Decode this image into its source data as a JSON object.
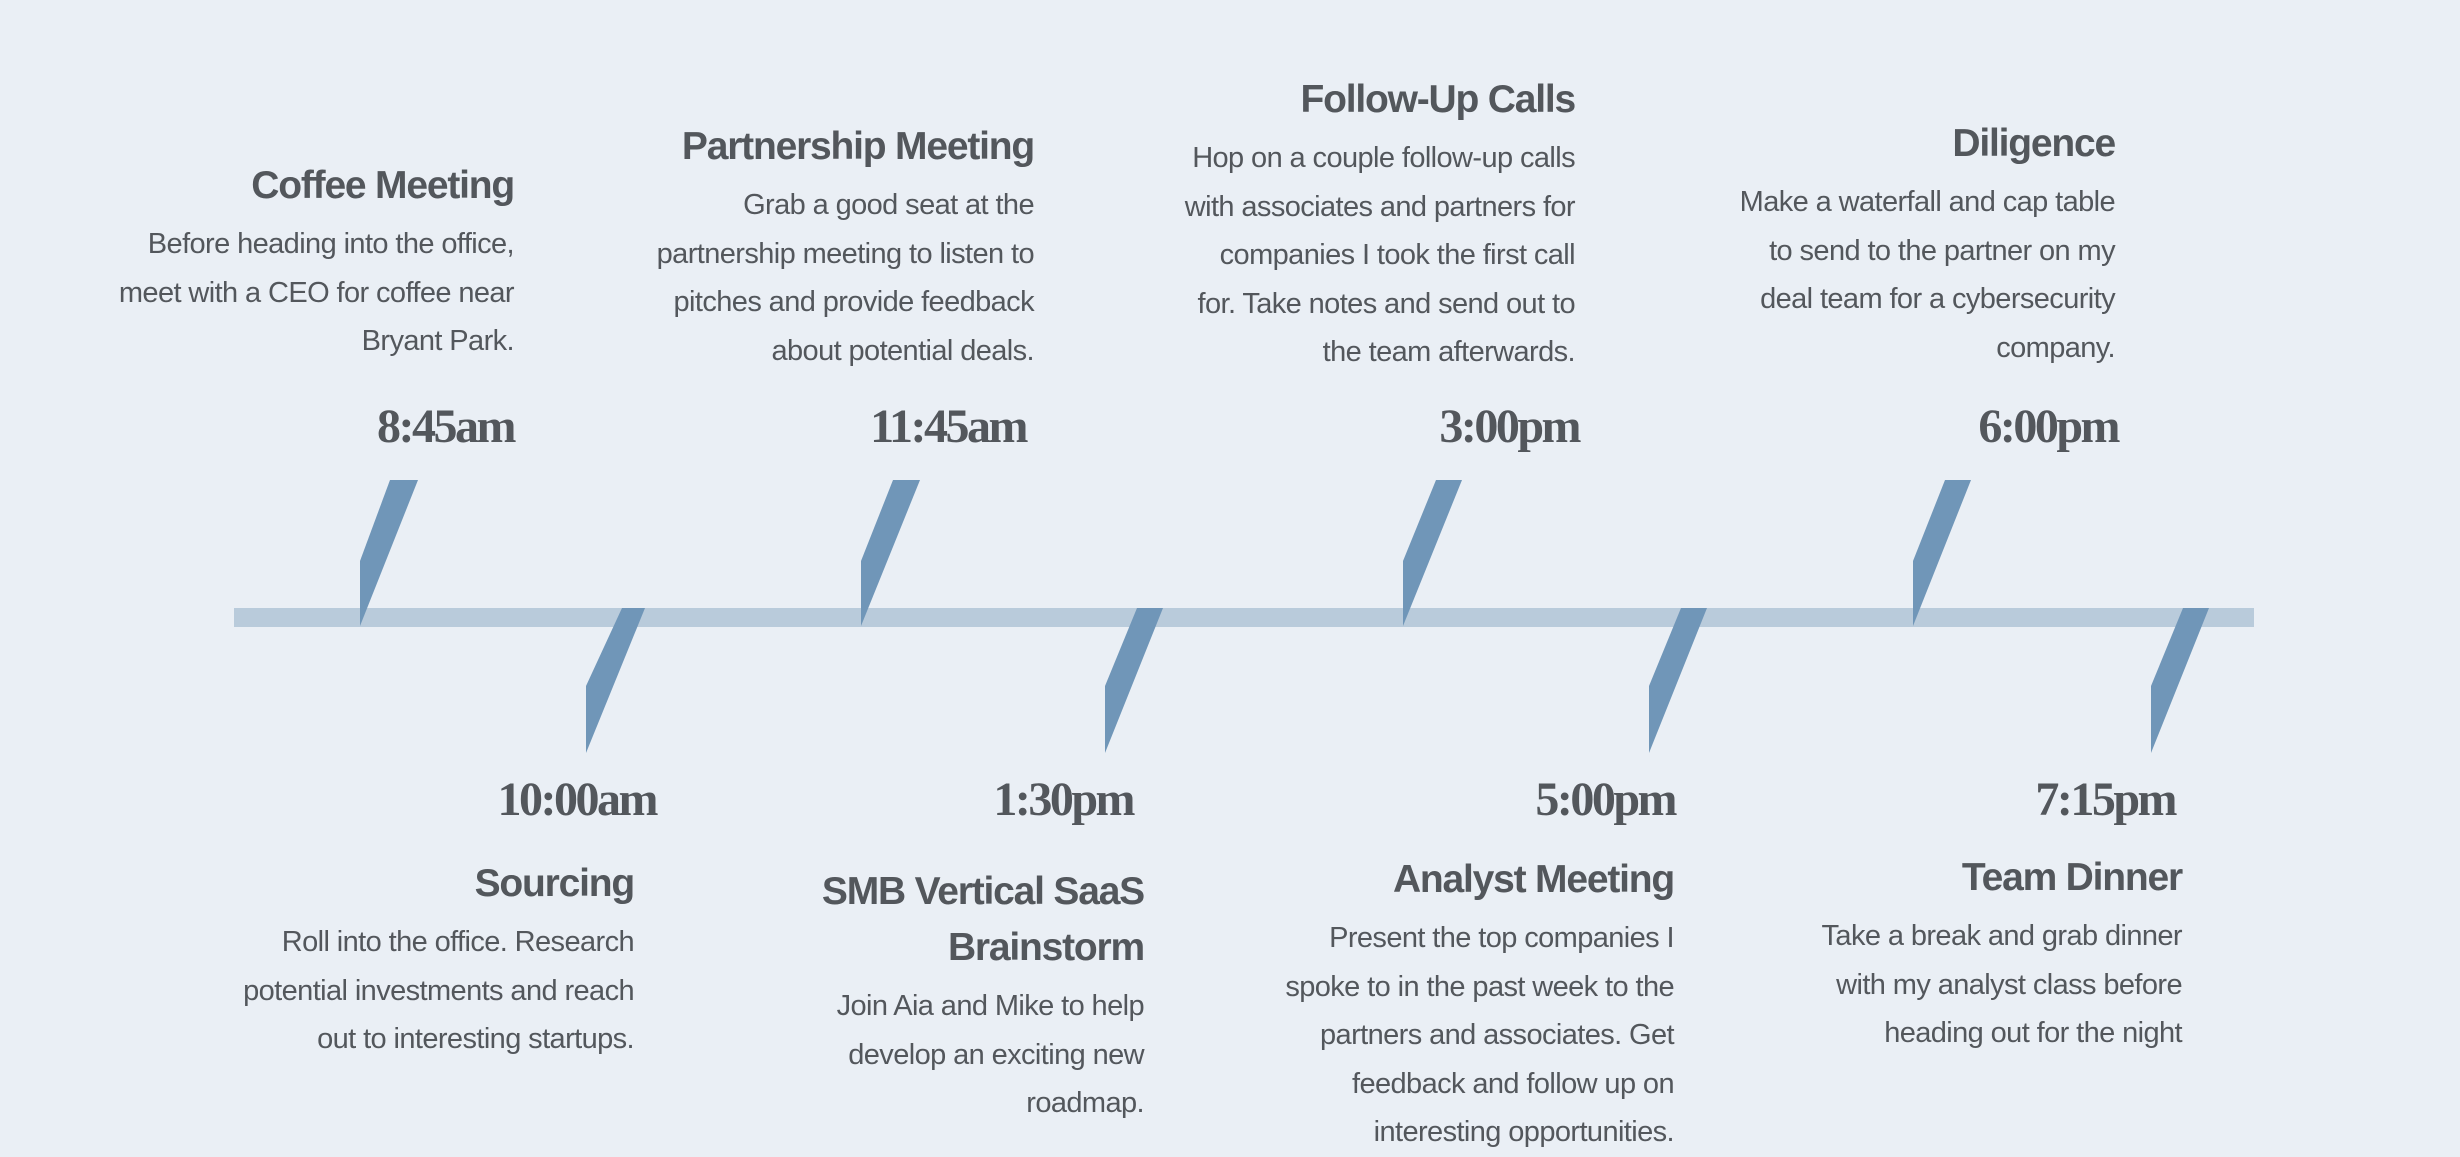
{
  "colors": {
    "background": "#eaeff5",
    "line": "#b9cbdb",
    "tick": "#7096b8",
    "text": "#53575c"
  },
  "events": [
    {
      "time": "8:45am",
      "title": "Coffee Meeting",
      "desc": [
        "Before heading into the office,",
        "meet with a CEO for coffee near",
        "Bryant Park."
      ]
    },
    {
      "time": "10:00am",
      "title": "Sourcing",
      "desc": [
        "Roll into the office. Research",
        "potential investments and reach",
        "out to interesting startups."
      ]
    },
    {
      "time": "11:45am",
      "title": "Partnership Meeting",
      "desc": [
        "Grab a good seat at the",
        "partnership meeting to listen to",
        "pitches and provide feedback",
        "about potential deals."
      ]
    },
    {
      "time": "1:30pm",
      "title": [
        "SMB Vertical SaaS",
        "Brainstorm"
      ],
      "desc": [
        "Join Aia and Mike to help",
        "develop an exciting new",
        "roadmap."
      ]
    },
    {
      "time": "3:00pm",
      "title": "Follow-Up Calls",
      "desc": [
        "Hop on a couple follow-up calls",
        "with associates and partners for",
        "companies I took the first call",
        "for. Take notes and send out to",
        "the team afterwards."
      ]
    },
    {
      "time": "5:00pm",
      "title": "Analyst Meeting",
      "desc": [
        "Present the top companies I",
        "spoke to in the past week to the",
        "partners and associates. Get",
        "feedback and follow up on",
        "interesting opportunities."
      ]
    },
    {
      "time": "6:00pm",
      "title": "Diligence",
      "desc": [
        "Make a waterfall and cap table",
        "to send to the partner on my",
        "deal team for a cybersecurity",
        "company."
      ]
    },
    {
      "time": "7:15pm",
      "title": "Team Dinner",
      "desc": [
        "Take a break and grab dinner",
        "with my analyst class before",
        "heading out for the night"
      ]
    }
  ]
}
